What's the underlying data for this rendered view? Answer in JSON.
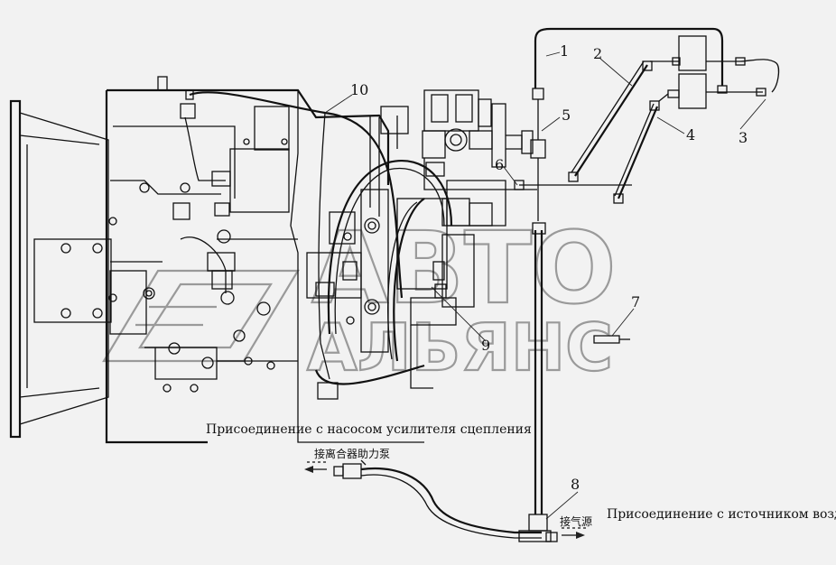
{
  "watermark": {
    "line1": "АВТО",
    "line2": "АЛЬЯНС"
  },
  "callouts": [
    {
      "id": "c1",
      "text": "1"
    },
    {
      "id": "c2",
      "text": "2"
    },
    {
      "id": "c3",
      "text": "3"
    },
    {
      "id": "c4",
      "text": "4"
    },
    {
      "id": "c5",
      "text": "5"
    },
    {
      "id": "c6",
      "text": "6"
    },
    {
      "id": "c7",
      "text": "7"
    },
    {
      "id": "c8",
      "text": "8"
    },
    {
      "id": "c9",
      "text": "9"
    },
    {
      "id": "c10",
      "text": "10"
    }
  ],
  "annotations": {
    "clutch_booster_ru": "Присоединение с насосом усилителя сцепления",
    "clutch_booster_cn": "接离合器助力泵",
    "air_source_ru": "Присоединение с источником воздуха",
    "air_source_cn": "接气源"
  }
}
